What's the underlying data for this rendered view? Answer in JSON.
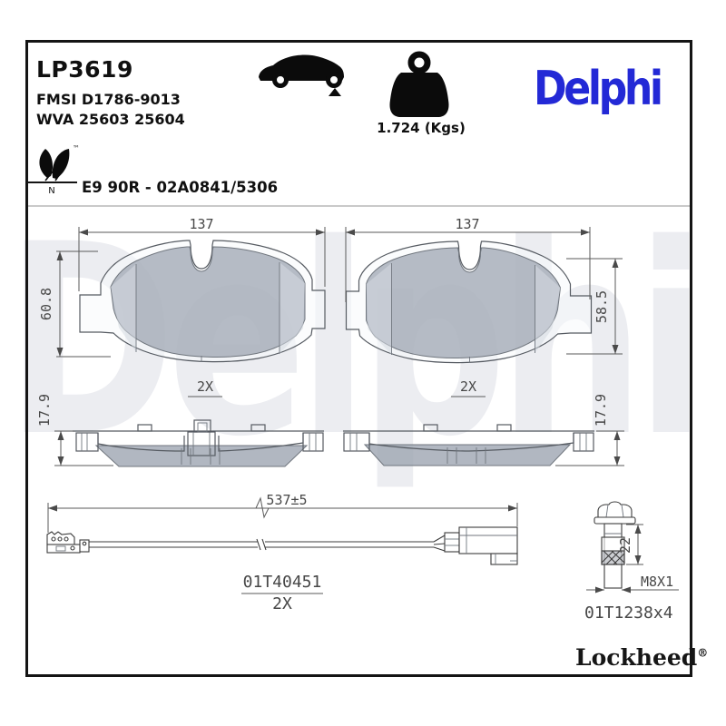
{
  "header": {
    "part_number": "LP3619",
    "fmsi": "FMSI D1786-9013",
    "wva": "WVA 25603 25604",
    "weight": "1.724 (Kgs)",
    "brand": "Delphi",
    "homologation": "E9 90R - 02A0841/5306",
    "leaf_letter": "N",
    "tm": "™"
  },
  "icons": {
    "car": "car-side-silhouette-rear-axle-marker",
    "weight": "calibration-weight",
    "leaf": "eco-leaf"
  },
  "pads": {
    "left": {
      "width": "137",
      "height": "60.8",
      "thickness": "17.9",
      "qty": "2X"
    },
    "right": {
      "width": "137",
      "height": "58.5",
      "thickness": "17.9",
      "qty": "2X"
    }
  },
  "sensor": {
    "length": "537±5",
    "ref": "01T40451",
    "qty": "2X"
  },
  "bolt": {
    "length": "22",
    "thread": "M8X1",
    "ref": "01T1238x4"
  },
  "footer": {
    "brand": "Lockheed",
    "reg": "®"
  },
  "watermark": "Delphi",
  "colors": {
    "brand_blue": "#2329D6",
    "frame_black": "#141414",
    "watermark_gray": "#ECEDF1"
  }
}
